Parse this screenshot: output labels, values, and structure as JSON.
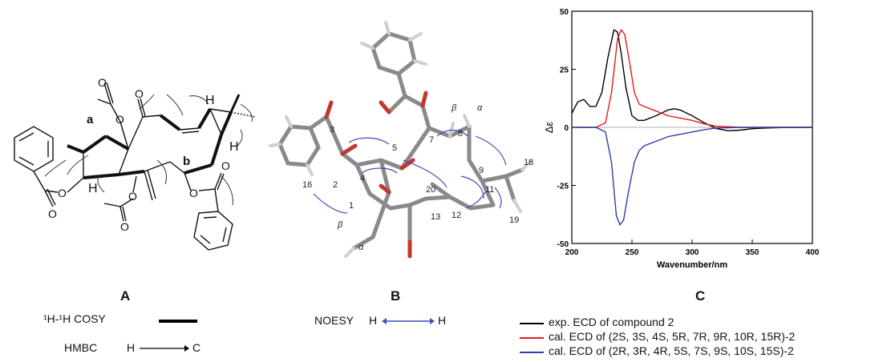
{
  "panels": {
    "a": {
      "label": "A",
      "legend": [
        {
          "label": "¹H-¹H COSY",
          "style": "bold-line"
        },
        {
          "label": "HMBC",
          "from": "H",
          "to": "C",
          "style": "arrow"
        }
      ],
      "atom_labels": {
        "ring_a": "a",
        "ring_b": "b",
        "h_top": "H",
        "h_right": "H",
        "h_left": "H",
        "o_labels": "O"
      }
    },
    "b": {
      "label": "B",
      "legend": [
        {
          "label": "NOESY",
          "from": "H",
          "to": "H",
          "style": "double-arrow"
        }
      ],
      "atom_numbers": [
        "3",
        "5",
        "7",
        "8",
        "9",
        "4",
        "16",
        "2",
        "1",
        "20",
        "13",
        "12",
        "11",
        "19",
        "18"
      ],
      "greek": {
        "beta_top": "β",
        "alpha_top": "α",
        "beta_bottom": "β",
        "alpha_bottom": "α"
      }
    },
    "c": {
      "label": "C",
      "legend": [
        {
          "text": "exp. ECD of compound 2",
          "color": "#000000"
        },
        {
          "text": "cal. ECD of (2S, 3S, 4S, 5R, 7R, 9R, 10R, 15R)-2",
          "color": "#e8191b"
        },
        {
          "text": "cal. ECD of (2R, 3R, 4R, 5S, 7S, 9S, 10S, 15S)-2",
          "color": "#2b3fa6"
        }
      ]
    }
  },
  "chart_data": {
    "type": "line",
    "xlabel": "Wavenumber/nm",
    "ylabel": "Δε",
    "xlim": [
      200,
      400
    ],
    "ylim": [
      -50,
      50
    ],
    "xticks": [
      200,
      250,
      300,
      350,
      400
    ],
    "yticks": [
      50,
      25,
      0,
      -25,
      -50
    ],
    "grid": false,
    "series": [
      {
        "color": "#000000",
        "x": [
          200,
          205,
          210,
          215,
          220,
          225,
          230,
          235,
          238,
          241,
          245,
          250,
          255,
          260,
          270,
          280,
          285,
          290,
          300,
          310,
          320,
          330,
          340,
          350,
          360,
          380,
          400
        ],
        "y": [
          6,
          11,
          12,
          9,
          9,
          15,
          30,
          42,
          41,
          32,
          17,
          5,
          3,
          3,
          5,
          7.5,
          8,
          7.5,
          5,
          2,
          -0.5,
          -1.5,
          -1.2,
          -0.6,
          -0.3,
          0,
          0
        ]
      },
      {
        "color": "#e8191b",
        "x": [
          200,
          210,
          220,
          228,
          233,
          238,
          241,
          244,
          248,
          252,
          256,
          260,
          270,
          280,
          290,
          300,
          310,
          320,
          340,
          400
        ],
        "y": [
          0,
          0,
          0,
          2,
          15,
          38,
          42,
          40,
          28,
          15,
          10,
          9,
          7,
          5,
          4,
          3,
          1.5,
          0.5,
          0,
          0
        ]
      },
      {
        "color": "#2b3fa6",
        "x": [
          200,
          210,
          220,
          228,
          233,
          237,
          240,
          243,
          247,
          252,
          256,
          260,
          270,
          280,
          290,
          300,
          310,
          320,
          340,
          400
        ],
        "y": [
          0,
          0,
          0,
          -2,
          -15,
          -38,
          -42,
          -40,
          -28,
          -15,
          -10,
          -8,
          -6,
          -4,
          -3,
          -2,
          -1,
          -0.3,
          0,
          0
        ]
      }
    ]
  }
}
